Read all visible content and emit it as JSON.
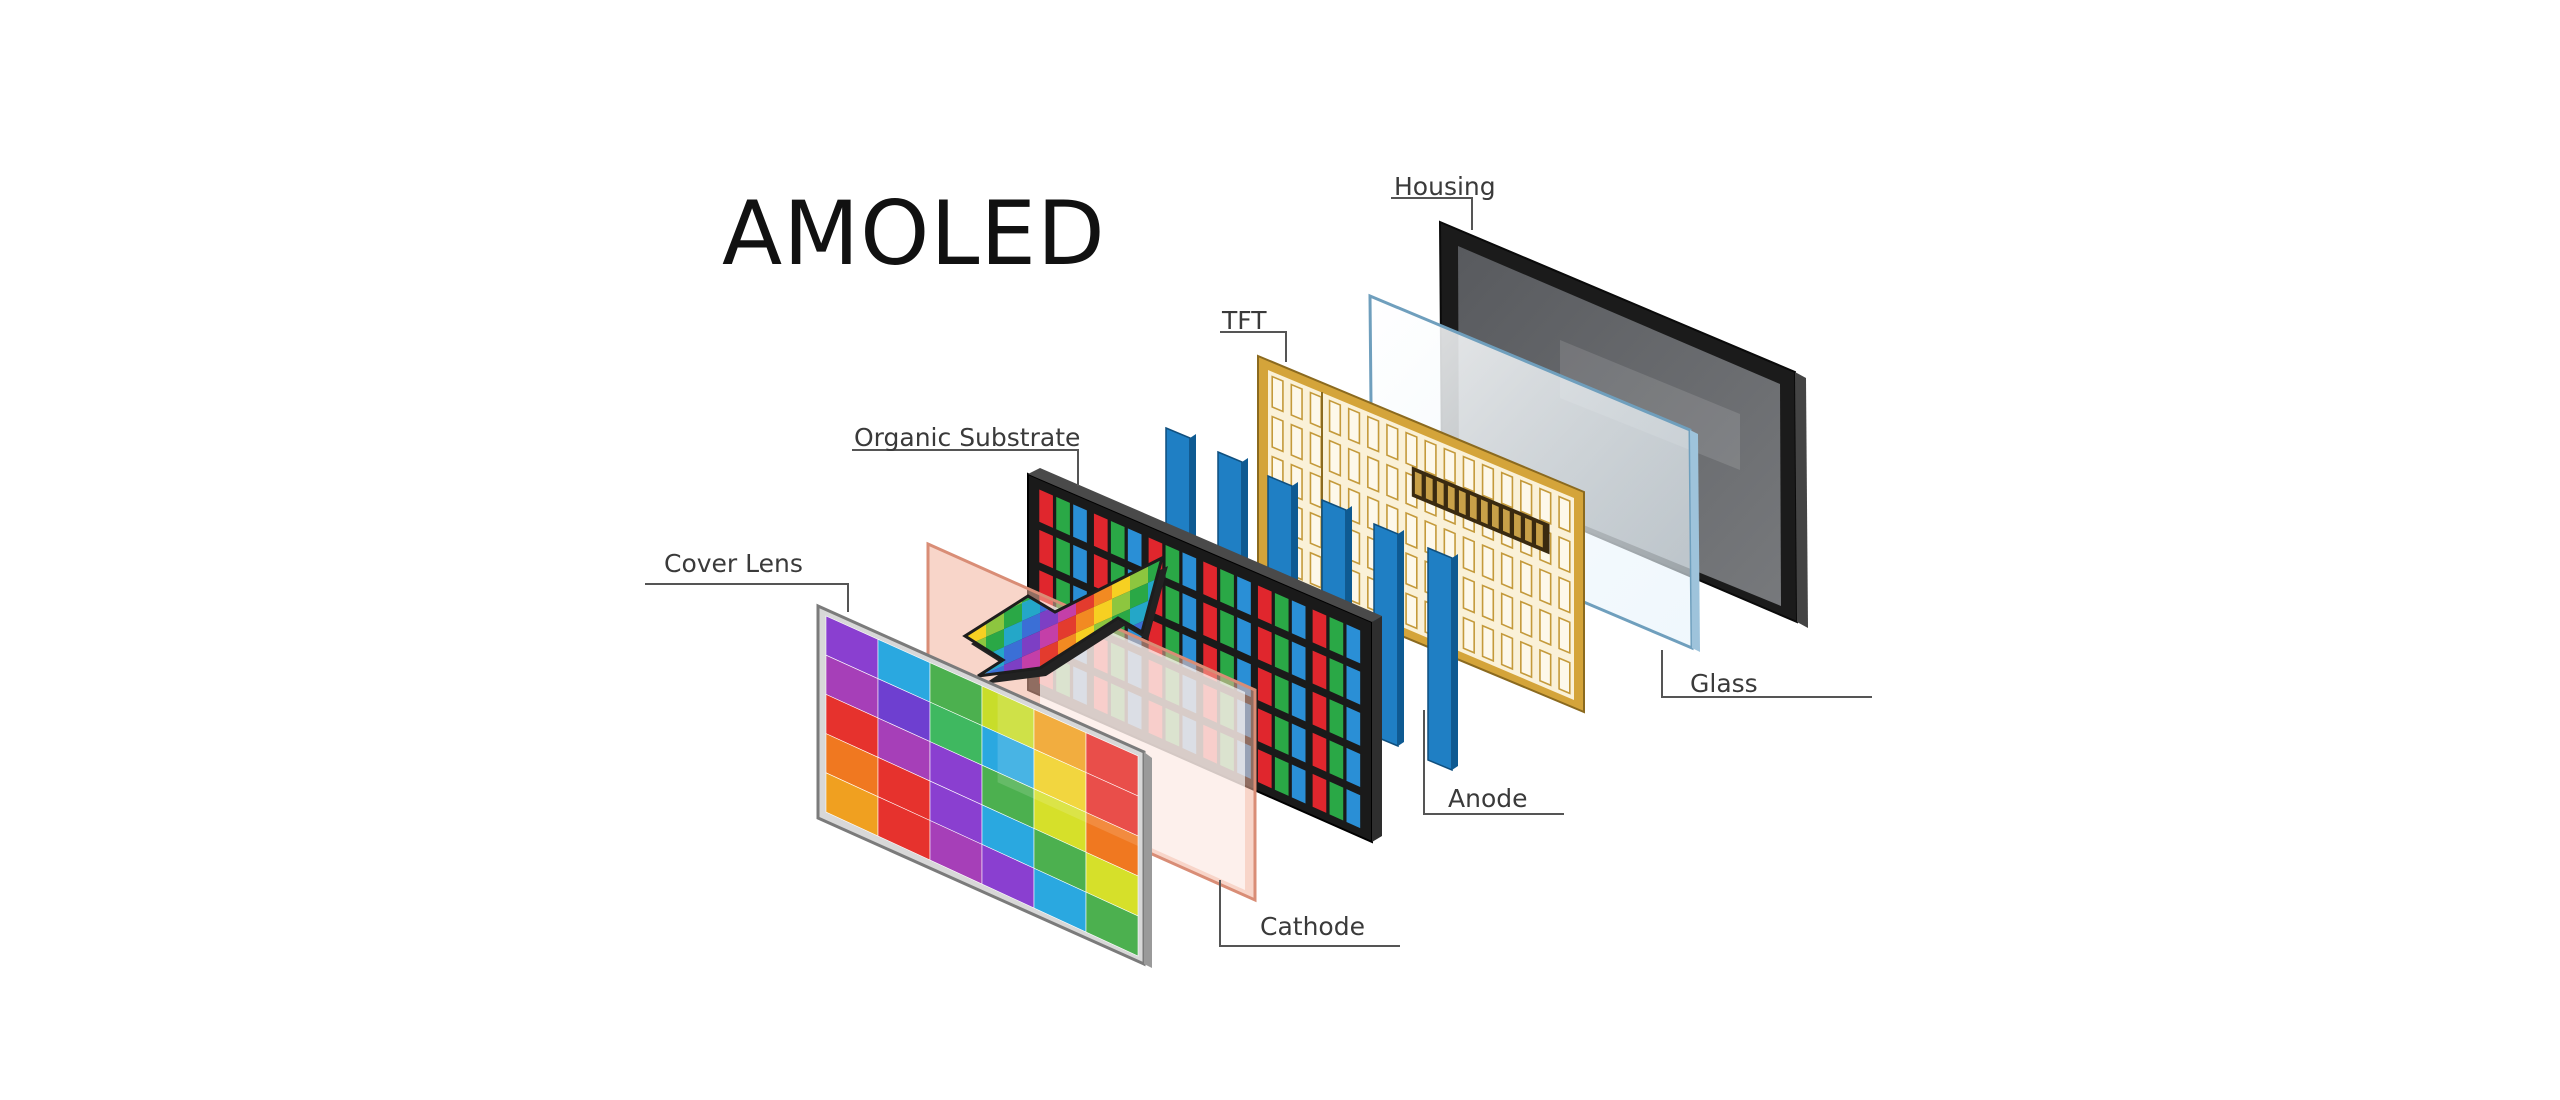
{
  "title": "AMOLED",
  "labels": {
    "housing": "Housing",
    "tft": "TFT",
    "organic_substrate": "Organic Substrate",
    "cover_lens": "Cover Lens",
    "glass": "Glass",
    "anode": "Anode",
    "cathode": "Cathode"
  },
  "colors": {
    "housing_frame": "#1b1b1b",
    "housing_screen": "#6b6d70",
    "tft_gold": "#d4a43a",
    "tft_cells": "#faf1d8",
    "anode_blue": "#1f7fc4",
    "cathode_pink": "#f2b29d",
    "subpixel_red": "#e0262d",
    "subpixel_green": "#2aa846",
    "subpixel_blue": "#2a8fd6"
  }
}
